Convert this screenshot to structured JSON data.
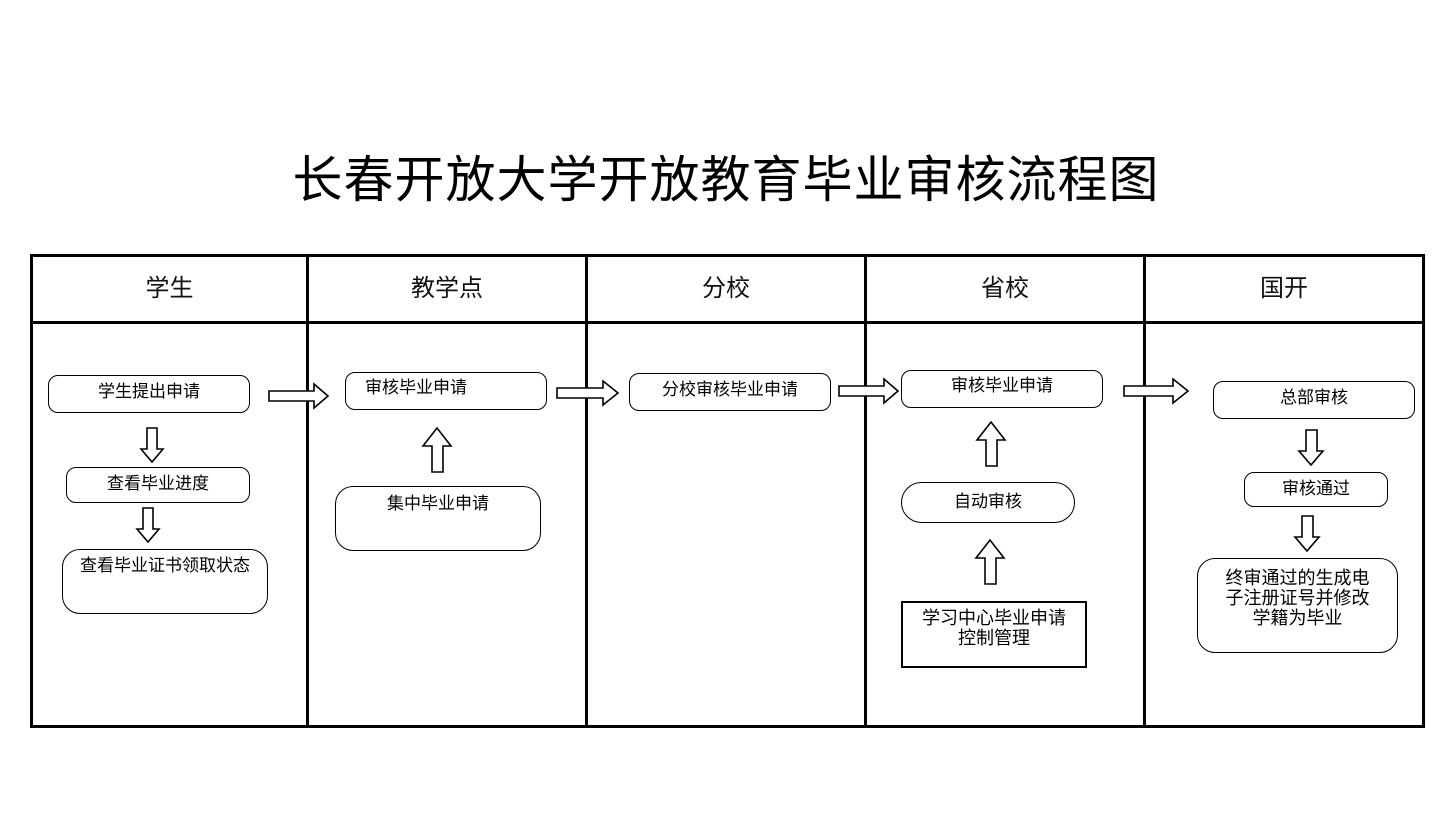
{
  "title": "长春开放大学开放教育毕业审核流程图",
  "lanes": [
    "学生",
    "教学点",
    "分校",
    "省校",
    "国开"
  ],
  "nodes": {
    "student_apply": "学生提出申请",
    "student_progress": "查看毕业进度",
    "student_cert_status": "查看毕业证书领取状态",
    "point_review": "审核毕业申请",
    "point_batch": "集中毕业申请",
    "branch_review": "分校审核毕业申请",
    "province_review": "审核毕业申请",
    "province_auto": "自动审核",
    "province_control": "学习中心毕业申请控制管理",
    "national_review": "总部审核",
    "national_pass": "审核通过",
    "national_final": "终审通过的生成电子注册证号并修改学籍为毕业"
  }
}
